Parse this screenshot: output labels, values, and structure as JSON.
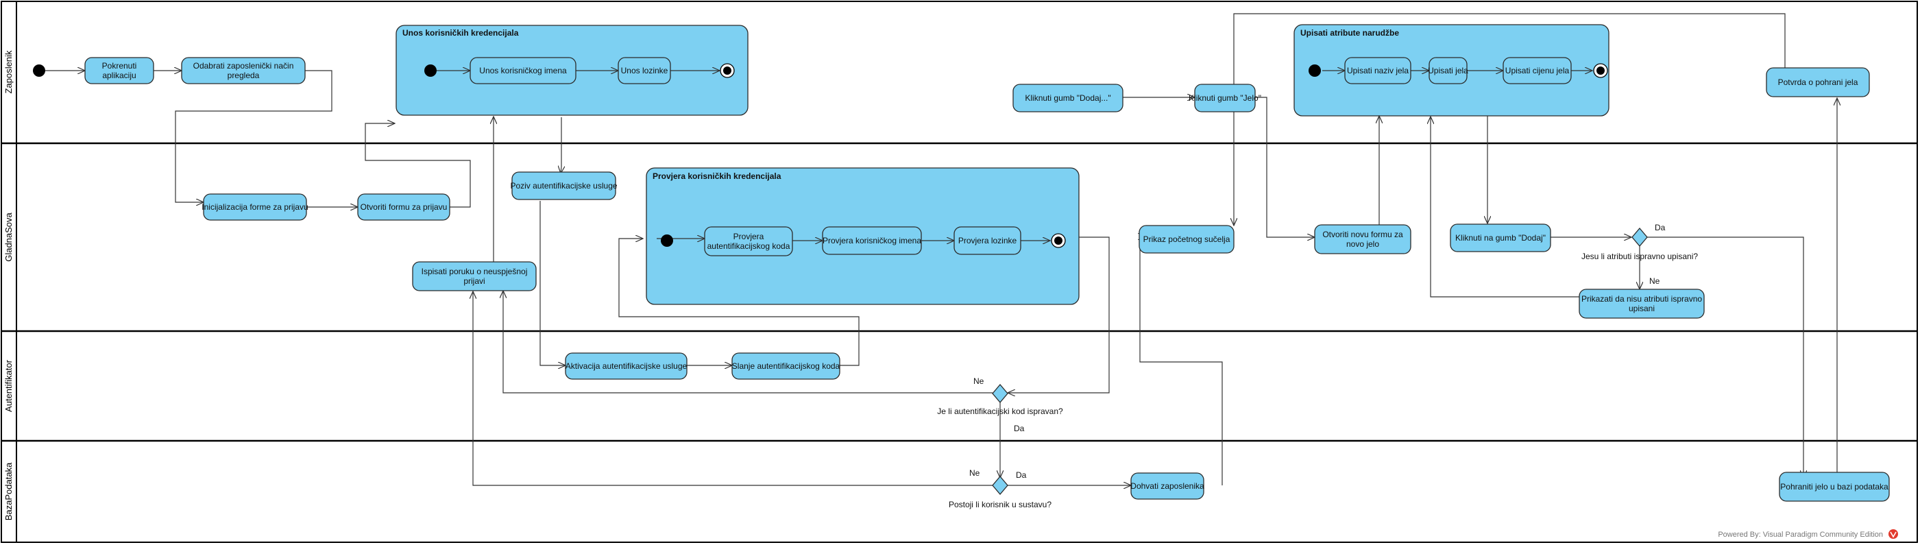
{
  "lanes": {
    "zaposlenik": "Zaposlenik",
    "glavnasova": "GladnaSova",
    "autentifikator": "Autentifikator",
    "bazapodataka": "BazaPodataka"
  },
  "nodes": {
    "pokrenuti": [
      "Pokrenuti",
      "aplikaciju"
    ],
    "odabrati": [
      "Odabrati zaposlenički način",
      "pregleda"
    ],
    "inicijalizacija": [
      "Inicijalizacija forme za prijavu"
    ],
    "otvoriti_formu": [
      "Otvoriti formu za prijavu"
    ],
    "unos_imena": [
      "Unos korisničkog imena"
    ],
    "unos_lozinke": [
      "Unos lozinke"
    ],
    "poziv_auth": [
      "Poziv autentifikacijske usluge"
    ],
    "ispisati_poruku": [
      "Ispisati poruku o neuspješnoj",
      "prijavi"
    ],
    "provjera_koda": [
      "Provjera",
      "autentifikacijskog koda"
    ],
    "provjera_imena": [
      "Provjera korisničkog imena"
    ],
    "provjera_lozinke": [
      "Provjera lozinke"
    ],
    "aktivacija": [
      "Aktivacija autentifikacijske usluge"
    ],
    "slanje": [
      "Slanje autentifikacijskog koda"
    ],
    "kliknuti_dodaj_dots": [
      "Kliknuti gumb \"Dodaj...\""
    ],
    "kliknuti_jelo": [
      "Kliknuti gumb \"Jelo\""
    ],
    "prikaz_pocetnog": [
      "Prikaz početnog sučelja"
    ],
    "dohvati": [
      "Dohvati zaposlenika"
    ],
    "otvoriti_novu": [
      "Otvoriti novu formu za",
      "novo jelo"
    ],
    "upisati_naziv": [
      "Upisati naziv jela"
    ],
    "upisati_jela": [
      "Upisati jela"
    ],
    "upisati_cijenu": [
      "Upisati cijenu jela"
    ],
    "kliknuti_dodaj": [
      "Kliknuti na gumb \"Dodaj\""
    ],
    "prikazati_nisu": [
      "Prikazati da nisu atributi ispravno",
      "upisani"
    ],
    "potvrda": [
      "Potvrda o pohrani jela"
    ],
    "pohraniti": [
      "Pohraniti jelo u bazi podataka"
    ]
  },
  "groups": {
    "unos_kredencijala": "Unos korisničkih kredencijala",
    "provjera_kredencijala": "Provjera korisničkih kredencijala",
    "upisati_atribute": "Upisati atribute narudžbe"
  },
  "decisions": {
    "auth_kod": "Je li autentifikacijski kod ispravan?",
    "korisnik": "Postoji li korisnik u sustavu?",
    "atributi": "Jesu li atributi ispravno upisani?"
  },
  "guards": {
    "ne1": "Ne",
    "da1": "Da",
    "ne2": "Ne",
    "da2": "Da",
    "da3": "Da",
    "ne3": "Ne"
  },
  "footer": "Powered By: Visual Paradigm Community Edition",
  "colors": {
    "node_fill": "#7dd0f2",
    "stroke": "#2b2b2b"
  }
}
